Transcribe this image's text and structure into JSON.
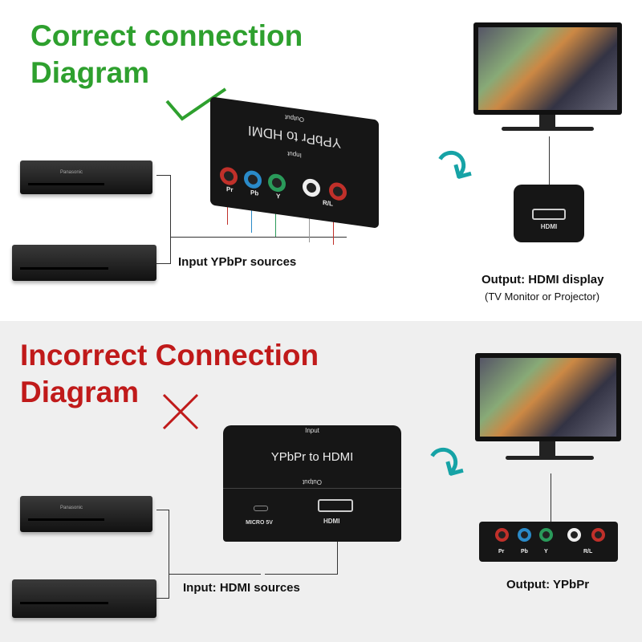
{
  "correct": {
    "title_line1": "Correct connection",
    "title_line2": "Diagram",
    "title_color": "#2ea02e",
    "mark": "check-icon",
    "device_top_label": "YPbPr to HDMI",
    "device_output_label": "Output",
    "device_input_label": "Input",
    "jacks": [
      "Pr",
      "Pb",
      "Y",
      "",
      "R/L"
    ],
    "player_brand": "Panasonic",
    "input_label": "Input YPbPr sources",
    "hdmi_port_label": "HDMI",
    "output_label": "Output: HDMI display",
    "output_note": "(TV Monitor or Projector)"
  },
  "incorrect": {
    "title_line1": "Incorrect Connection",
    "title_line2": "Diagram",
    "title_color": "#c01a1a",
    "mark": "x-icon",
    "device_input_label": "Input",
    "device_top_label": "YPbPr to HDMI",
    "device_output_label": "Output",
    "micro_label": "MICRO 5V",
    "hdmi_label": "HDMI",
    "player_brand": "Panasonic",
    "input_label": "Input: HDMI sources",
    "jacks": [
      "Pr",
      "Pb",
      "Y",
      "",
      "R/L"
    ],
    "output_label": "Output: YPbPr"
  },
  "colors": {
    "arrow": "#16a3a6",
    "pr": "#c0302a",
    "pb": "#2a8ac8",
    "y": "#2a9a5a",
    "white": "#eeeeee"
  }
}
